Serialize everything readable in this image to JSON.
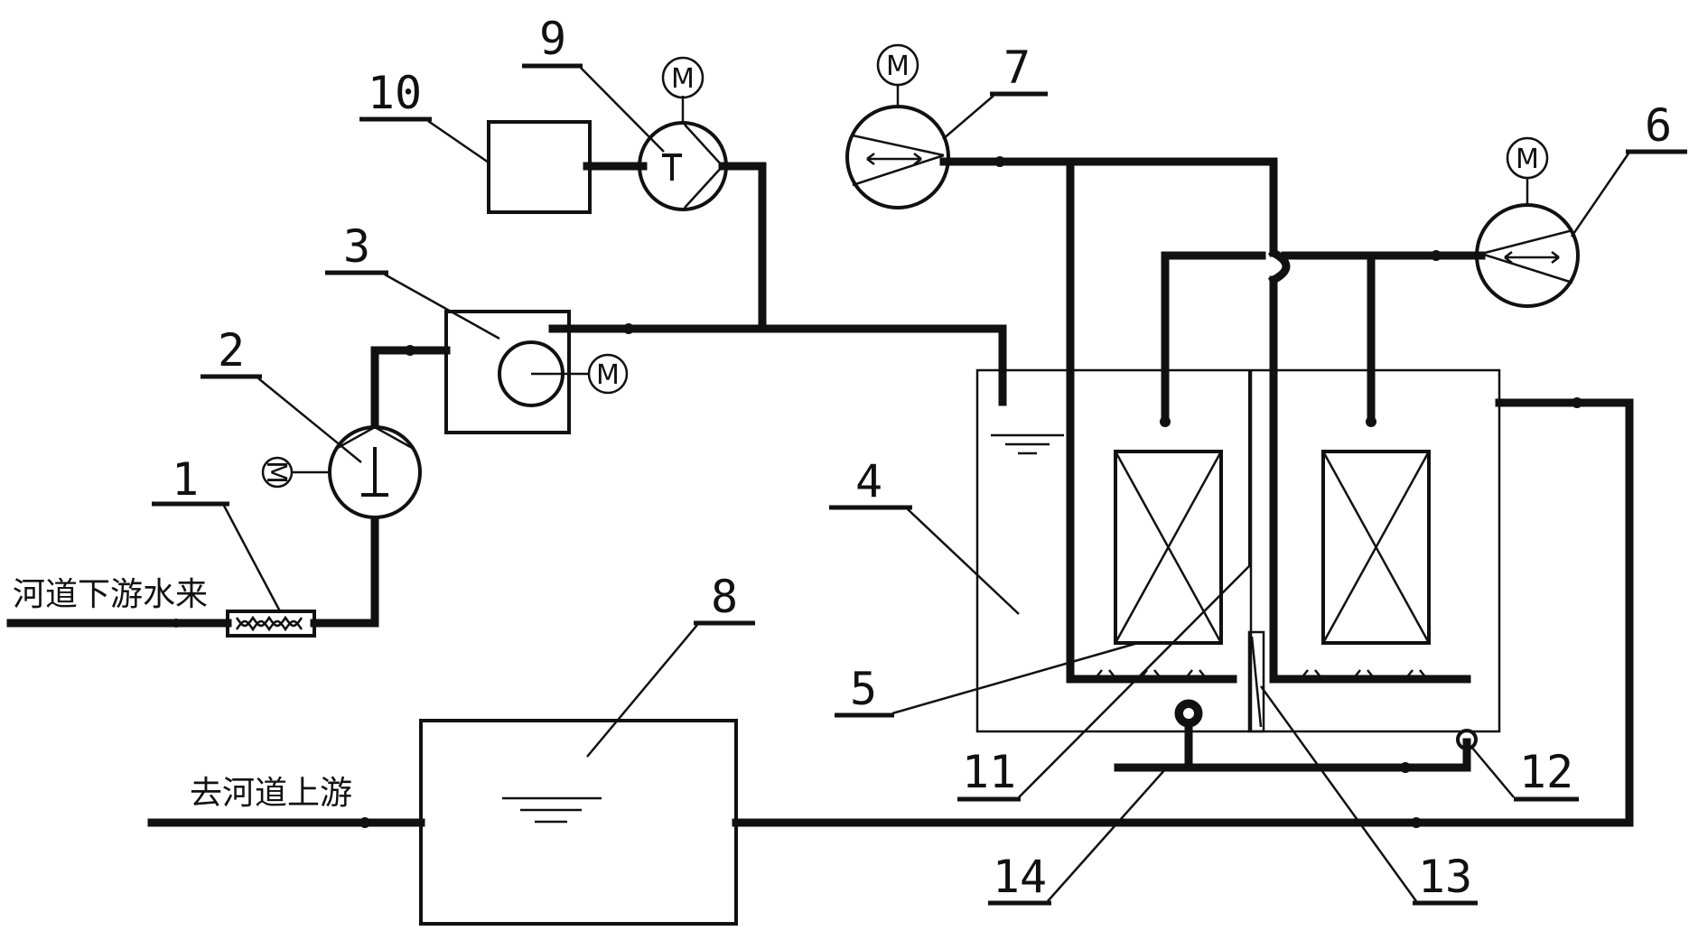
{
  "labels": {
    "l1": "1",
    "l2": "2",
    "l3": "3",
    "l4": "4",
    "l5": "5",
    "l6": "6",
    "l7": "7",
    "l8": "8",
    "l9": "9",
    "l10": "10",
    "l11": "11",
    "l12": "12",
    "l13": "13",
    "l14": "14"
  },
  "text": {
    "inlet": "河道下游水来",
    "outlet": "去河道上游",
    "motor": "M"
  }
}
